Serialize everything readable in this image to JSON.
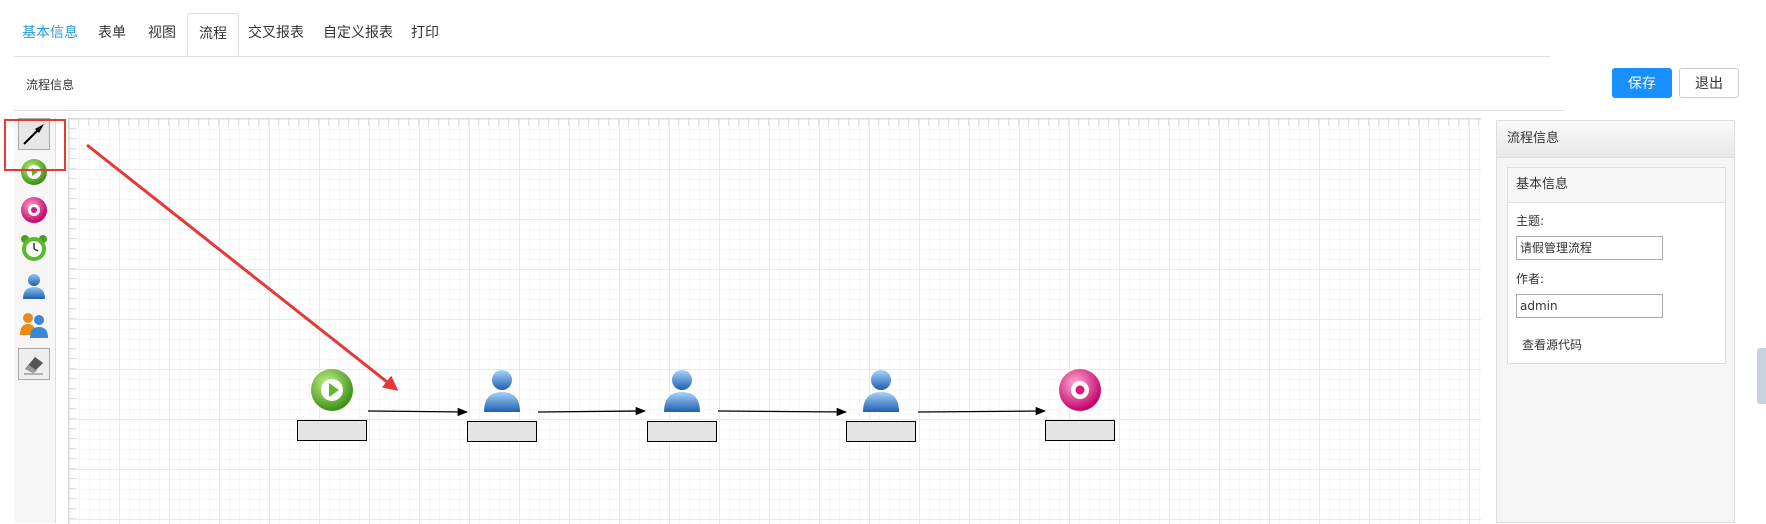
{
  "tabs": [
    {
      "label": "基本信息"
    },
    {
      "label": "表单"
    },
    {
      "label": "视图"
    },
    {
      "label": "流程"
    },
    {
      "label": "交叉报表"
    },
    {
      "label": "自定义报表"
    },
    {
      "label": "打印"
    }
  ],
  "active_tab": "流程",
  "subheader": {
    "title": "流程信息",
    "save_label": "保存",
    "exit_label": "退出"
  },
  "toolbox": {
    "tools": [
      {
        "name": "pointer-arrow-icon"
      },
      {
        "name": "start-node-icon"
      },
      {
        "name": "end-node-icon"
      },
      {
        "name": "timer-node-icon"
      },
      {
        "name": "user-task-icon"
      },
      {
        "name": "multi-user-task-icon"
      },
      {
        "name": "eraser-icon"
      }
    ]
  },
  "flow": {
    "nodes": [
      {
        "kind": "start",
        "label": ""
      },
      {
        "kind": "user",
        "label": ""
      },
      {
        "kind": "user",
        "label": ""
      },
      {
        "kind": "user",
        "label": ""
      },
      {
        "kind": "end",
        "label": ""
      }
    ]
  },
  "panel": {
    "title": "流程信息",
    "section_title": "基本信息",
    "subject_label": "主题:",
    "subject_value": "请假管理流程",
    "author_label": "作者:",
    "author_value": "admin",
    "view_source_label": "查看源代码"
  },
  "colors": {
    "primary": "#1890ff",
    "active_tab_text": "#2a9bd8",
    "annotation": "#e53935",
    "start_node": "#5cb82e",
    "end_node": "#e0157a",
    "user_node": "#3a86d8"
  }
}
